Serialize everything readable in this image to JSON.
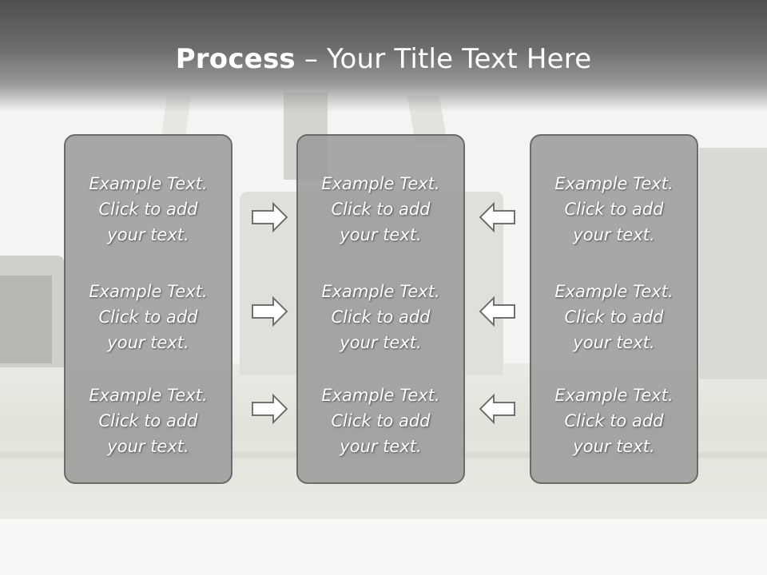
{
  "title": {
    "bold": "Process",
    "rest": " – Your Title Text Here"
  },
  "columns": {
    "left": [
      "Example Text.\nClick  to add\nyour text.",
      "Example Text.\nClick  to add\nyour text.",
      "Example Text.\nClick  to add\nyour text."
    ],
    "center": [
      "Example Text.\nClick  to add\nyour text.",
      "Example Text.\nClick  to add\nyour text.",
      "Example Text.\nClick  to add\nyour text."
    ],
    "right": [
      "Example Text.\nClick  to add\nyour text.",
      "Example Text.\nClick  to add\nyour text.",
      "Example Text.\nClick  to add\nyour text."
    ]
  },
  "icons": {
    "left_arrows": "arrow-right-icon",
    "right_arrows": "arrow-left-icon"
  },
  "colors": {
    "title_text": "#ffffff",
    "box_fill": "#969696",
    "box_border": "#6b6b6b",
    "arrow_stroke": "#707070"
  }
}
